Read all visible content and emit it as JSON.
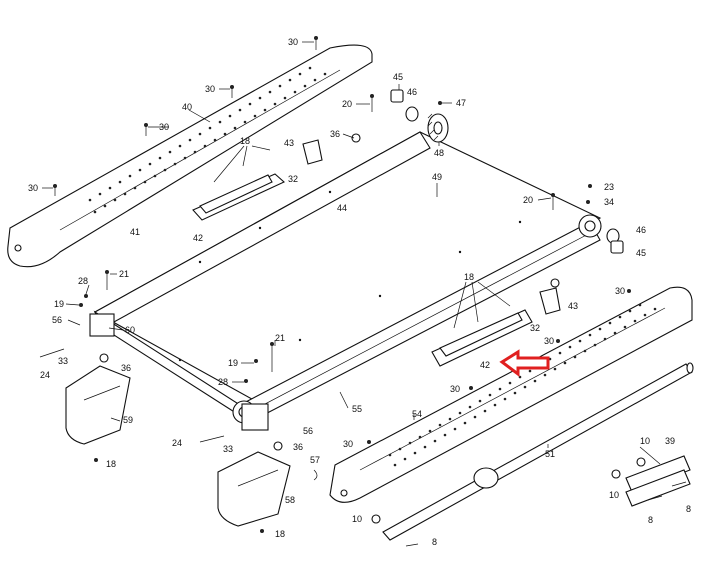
{
  "callouts": [
    "30",
    "30",
    "30",
    "30",
    "30",
    "30",
    "30",
    "30",
    "40",
    "45",
    "46",
    "20",
    "47",
    "48",
    "36",
    "43",
    "18",
    "32",
    "44",
    "42",
    "49",
    "20",
    "23",
    "34",
    "46",
    "45",
    "41",
    "28",
    "21",
    "19",
    "56",
    "60",
    "24",
    "33",
    "36",
    "59",
    "18",
    "18",
    "43",
    "32",
    "42",
    "21",
    "19",
    "28",
    "55",
    "56",
    "24",
    "33",
    "36",
    "54",
    "57",
    "58",
    "18",
    "10",
    "51",
    "10",
    "39",
    "10",
    "8",
    "8",
    "8"
  ],
  "highlight_color": "#e02020"
}
